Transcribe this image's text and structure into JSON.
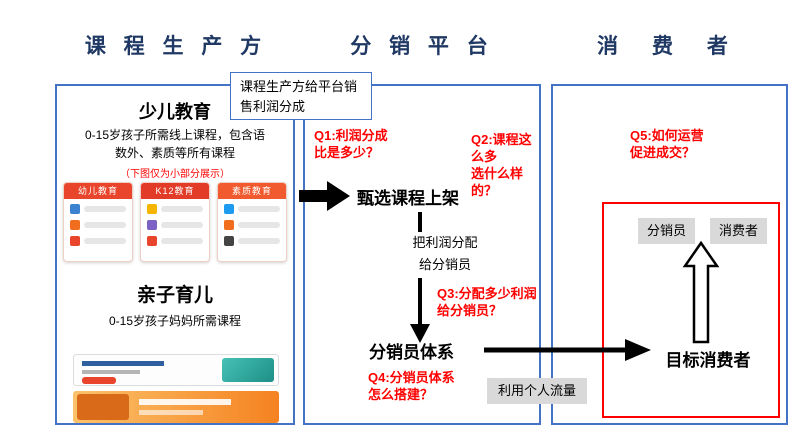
{
  "headers": {
    "producer": "课 程 生 产 方",
    "platform": "分 销 平 台",
    "consumer": "消 费 者"
  },
  "note": "课程生产方给平台销售利润分成",
  "producer_panel": {
    "section1_title": "少儿教育",
    "section1_desc": "0-15岁孩子所需线上课程，包含语\n数外、素质等所有课程",
    "section1_note": "（下图仅为小部分展示）",
    "cards": [
      {
        "title": "幼儿教育"
      },
      {
        "title": "K12教育"
      },
      {
        "title": "素质教育"
      }
    ],
    "section2_title": "亲子育儿",
    "section2_desc": "0-15岁孩子妈妈所需课程"
  },
  "platform_panel": {
    "q1": "Q1:利润分成\n比是多少？",
    "step1": "甄选课程上架",
    "q2": "Q2:课程这么多\n选什么样的？",
    "transfer_label": "把利润分配\n给分销员",
    "q3": "Q3:分配多少利润\n给分销员？",
    "step2": "分销员体系",
    "q4": "Q4:分销员体系\n怎么搭建？"
  },
  "consumer_panel": {
    "q5": "Q5:如何运营\n促进成交？",
    "distributor_label": "分销员",
    "consumer_label": "消费者",
    "target_label": "目标消费者",
    "traffic_label": "利用个人流量"
  },
  "colors": {
    "header_blue": "#1F3864",
    "box_border_blue": "#4472C4",
    "question_red": "#FF0000",
    "inner_border_red": "#FF0000",
    "gray_chip": "#D9D9D9"
  }
}
